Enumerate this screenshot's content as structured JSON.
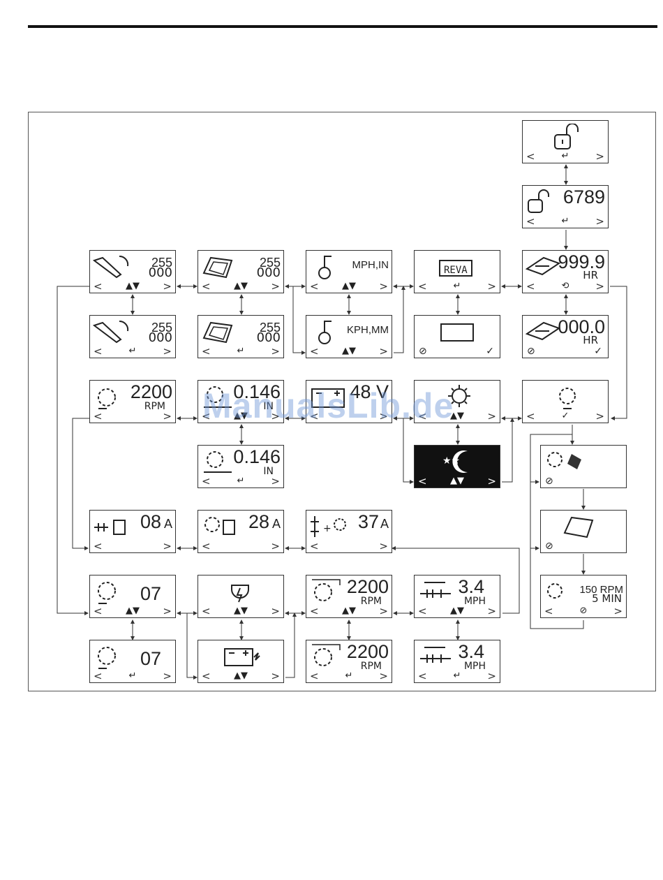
{
  "diagram": {
    "screens": {
      "s_unlock": {
        "v1": "",
        "v2": "",
        "center": "↵",
        "icon": "unlock-icon"
      },
      "s_code": {
        "v1": "6789",
        "v2": "",
        "center": "↵",
        "icon": "unlock-icon"
      },
      "s_hours": {
        "v1": "999.9",
        "v2": "HR",
        "center": "⟲",
        "icon": "service-book-icon"
      },
      "s_hours_reset": {
        "v1": "000.0",
        "v2": "HR",
        "center": "",
        "left_flag": "⊘",
        "right_flag": "✓",
        "icon": "service-book-icon"
      },
      "s_rev": {
        "v1": "",
        "v2": "",
        "center": "↵",
        "icon": "rev-a-icon"
      },
      "s_rev_reset": {
        "v1": "",
        "v2": "",
        "center": "",
        "left_flag": "⊘",
        "right_flag": "✓",
        "icon": "reset-loop-icon"
      },
      "s_units1": {
        "v1": "MPH,IN",
        "v2": "",
        "center": "▲▼",
        "icon": "units-icon"
      },
      "s_units2": {
        "v1": "KPH,MM",
        "v2": "",
        "center": "▲▼",
        "icon": "units-icon"
      },
      "s_seat1": {
        "v1": "255",
        "v2": "000",
        "center": "▲▼",
        "icon": "seat-icon"
      },
      "s_seat2": {
        "v1": "255",
        "v2": "000",
        "center": "↵",
        "icon": "seat-icon"
      },
      "s_lever1": {
        "v1": "255",
        "v2": "000",
        "center": "▲▼",
        "icon": "lever-icon"
      },
      "s_lever2": {
        "v1": "255",
        "v2": "000",
        "center": "↵",
        "icon": "lever-icon"
      },
      "s_rpm": {
        "v1": "2200",
        "v2": "RPM",
        "center": "",
        "icon": "reel-icon"
      },
      "s_height1": {
        "v1": "0.146",
        "v2": "IN",
        "center": "▲▼",
        "icon": "reel-height-icon"
      },
      "s_height2": {
        "v1": "0.146",
        "v2": "IN",
        "center": "↵",
        "icon": "reel-height-icon"
      },
      "s_volt": {
        "v1": "48 V",
        "v2": "",
        "center": "",
        "icon": "battery-icon"
      },
      "s_day": {
        "v1": "",
        "v2": "",
        "center": "▲▼",
        "icon": "sun-icon"
      },
      "s_night": {
        "v1": "",
        "v2": "",
        "center": "▲▼",
        "icon": "moon-icon"
      },
      "s_backlap": {
        "v1": "",
        "v2": "",
        "center": "✓",
        "icon": "reel-backlap-icon"
      },
      "s_bl1": {
        "v1": "",
        "v2": "",
        "center": "",
        "left_flag": "⊘",
        "icon": "reel-hand-icon"
      },
      "s_bl2": {
        "v1": "",
        "v2": "",
        "center": "",
        "left_flag": "⊘",
        "icon": "seat-icon"
      },
      "s_bl3": {
        "v1": "150 RPM",
        "v2": "5 MIN",
        "center": "⊘",
        "icon": "reel-icon"
      },
      "s_amp1": {
        "v1": "08",
        "unit": "A",
        "center": "",
        "icon": "traction-motor-icon"
      },
      "s_amp2": {
        "v1": "28",
        "unit": "A",
        "center": "",
        "icon": "reel-motor-icon"
      },
      "s_amp3": {
        "v1": "37",
        "unit": "A",
        "center": "",
        "icon": "combined-current-icon"
      },
      "s_cnt1": {
        "v1": "07",
        "v2": "",
        "center": "▲▼",
        "icon": "reel-icon"
      },
      "s_cnt2": {
        "v1": "07",
        "v2": "",
        "center": "↵",
        "icon": "reel-icon"
      },
      "s_eng1": {
        "v1": "",
        "v2": "",
        "center": "▲▼",
        "icon": "engine-icon"
      },
      "s_eng2": {
        "v1": "",
        "v2": "",
        "center": "▲▼",
        "icon": "battery-charge-icon"
      },
      "s_rs1": {
        "v1": "2200",
        "v2": "RPM",
        "center": "▲▼",
        "icon": "reel-icon"
      },
      "s_rs2": {
        "v1": "2200",
        "v2": "RPM",
        "center": "↵",
        "icon": "reel-icon"
      },
      "s_mph1": {
        "v1": "3.4",
        "v2": "MPH",
        "center": "▲▼",
        "icon": "traction-icon"
      },
      "s_mph2": {
        "v1": "3.4",
        "v2": "MPH",
        "center": "↵",
        "icon": "traction-icon"
      }
    },
    "nav": {
      "left": "<",
      "right": ">"
    },
    "watermark": "ManualsLib.de"
  }
}
